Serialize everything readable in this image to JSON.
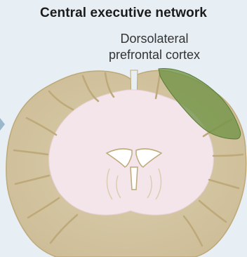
{
  "title": "Central executive network",
  "region_label": {
    "line1": "Dorsolateral",
    "line2": "prefrontal cortex"
  },
  "colors": {
    "background": "#e7eff5",
    "cortex": "#d6c7a6",
    "cortex_outline": "#bda979",
    "white_matter": "#f3e5ea",
    "highlight": "#6f9445"
  }
}
